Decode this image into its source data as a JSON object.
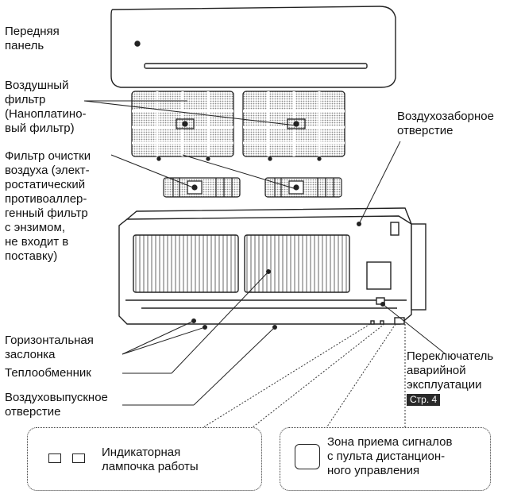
{
  "labels": {
    "front_panel": "Передняя\nпанель",
    "air_filter": "Воздушный\nфильтр\n(Наноплатино-\nвый фильтр)",
    "purify_filter": "Фильтр очистки\nвоздуха (элект-\nростатический\nпротивоаллер-\nгенный фильтр\nс энзимом,\nне входит в\nпоставку)",
    "air_intake": "Воздухозаборное\nотверстие",
    "louver": "Горизонтальная\nзаслонка",
    "heat_exchanger": "Теплообменник",
    "air_outlet": "Воздуховыпускное\nотверстие",
    "emergency_switch": "Переключатель\nаварийной\nэксплуатации",
    "page_ref": "Стр. 4",
    "indicator": "Индикаторная\nлампочка работы",
    "signal_zone": "Зона приема сигналов\nс пульта дистанцион-\nного управления"
  },
  "colors": {
    "line": "#222222",
    "mesh": "#9a9a9a",
    "badge": "#2a2a2a"
  }
}
